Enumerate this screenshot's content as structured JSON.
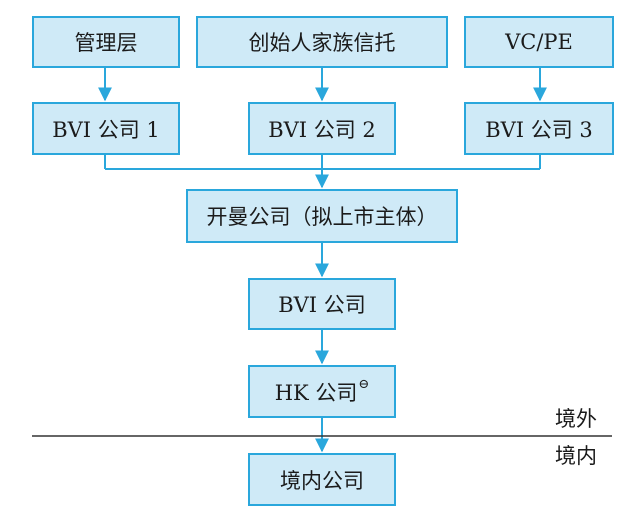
{
  "nodes": {
    "management": "管理层",
    "family_trust": "创始人家族信托",
    "vc_pe": "VC/PE",
    "bvi1": "BVI 公司 1",
    "bvi2": "BVI 公司 2",
    "bvi3": "BVI 公司 3",
    "cayman": "开曼公司（拟上市主体）",
    "bvi": "BVI 公司",
    "hk": "HK 公司",
    "hk_note": "⊖",
    "domestic": "境内公司"
  },
  "regions": {
    "offshore": "境外",
    "onshore": "境内"
  },
  "colors": {
    "box_border": "#2aa7dc",
    "box_fill": "#cfeaf7",
    "connector": "#2aa7dc",
    "divider": "#333333"
  }
}
